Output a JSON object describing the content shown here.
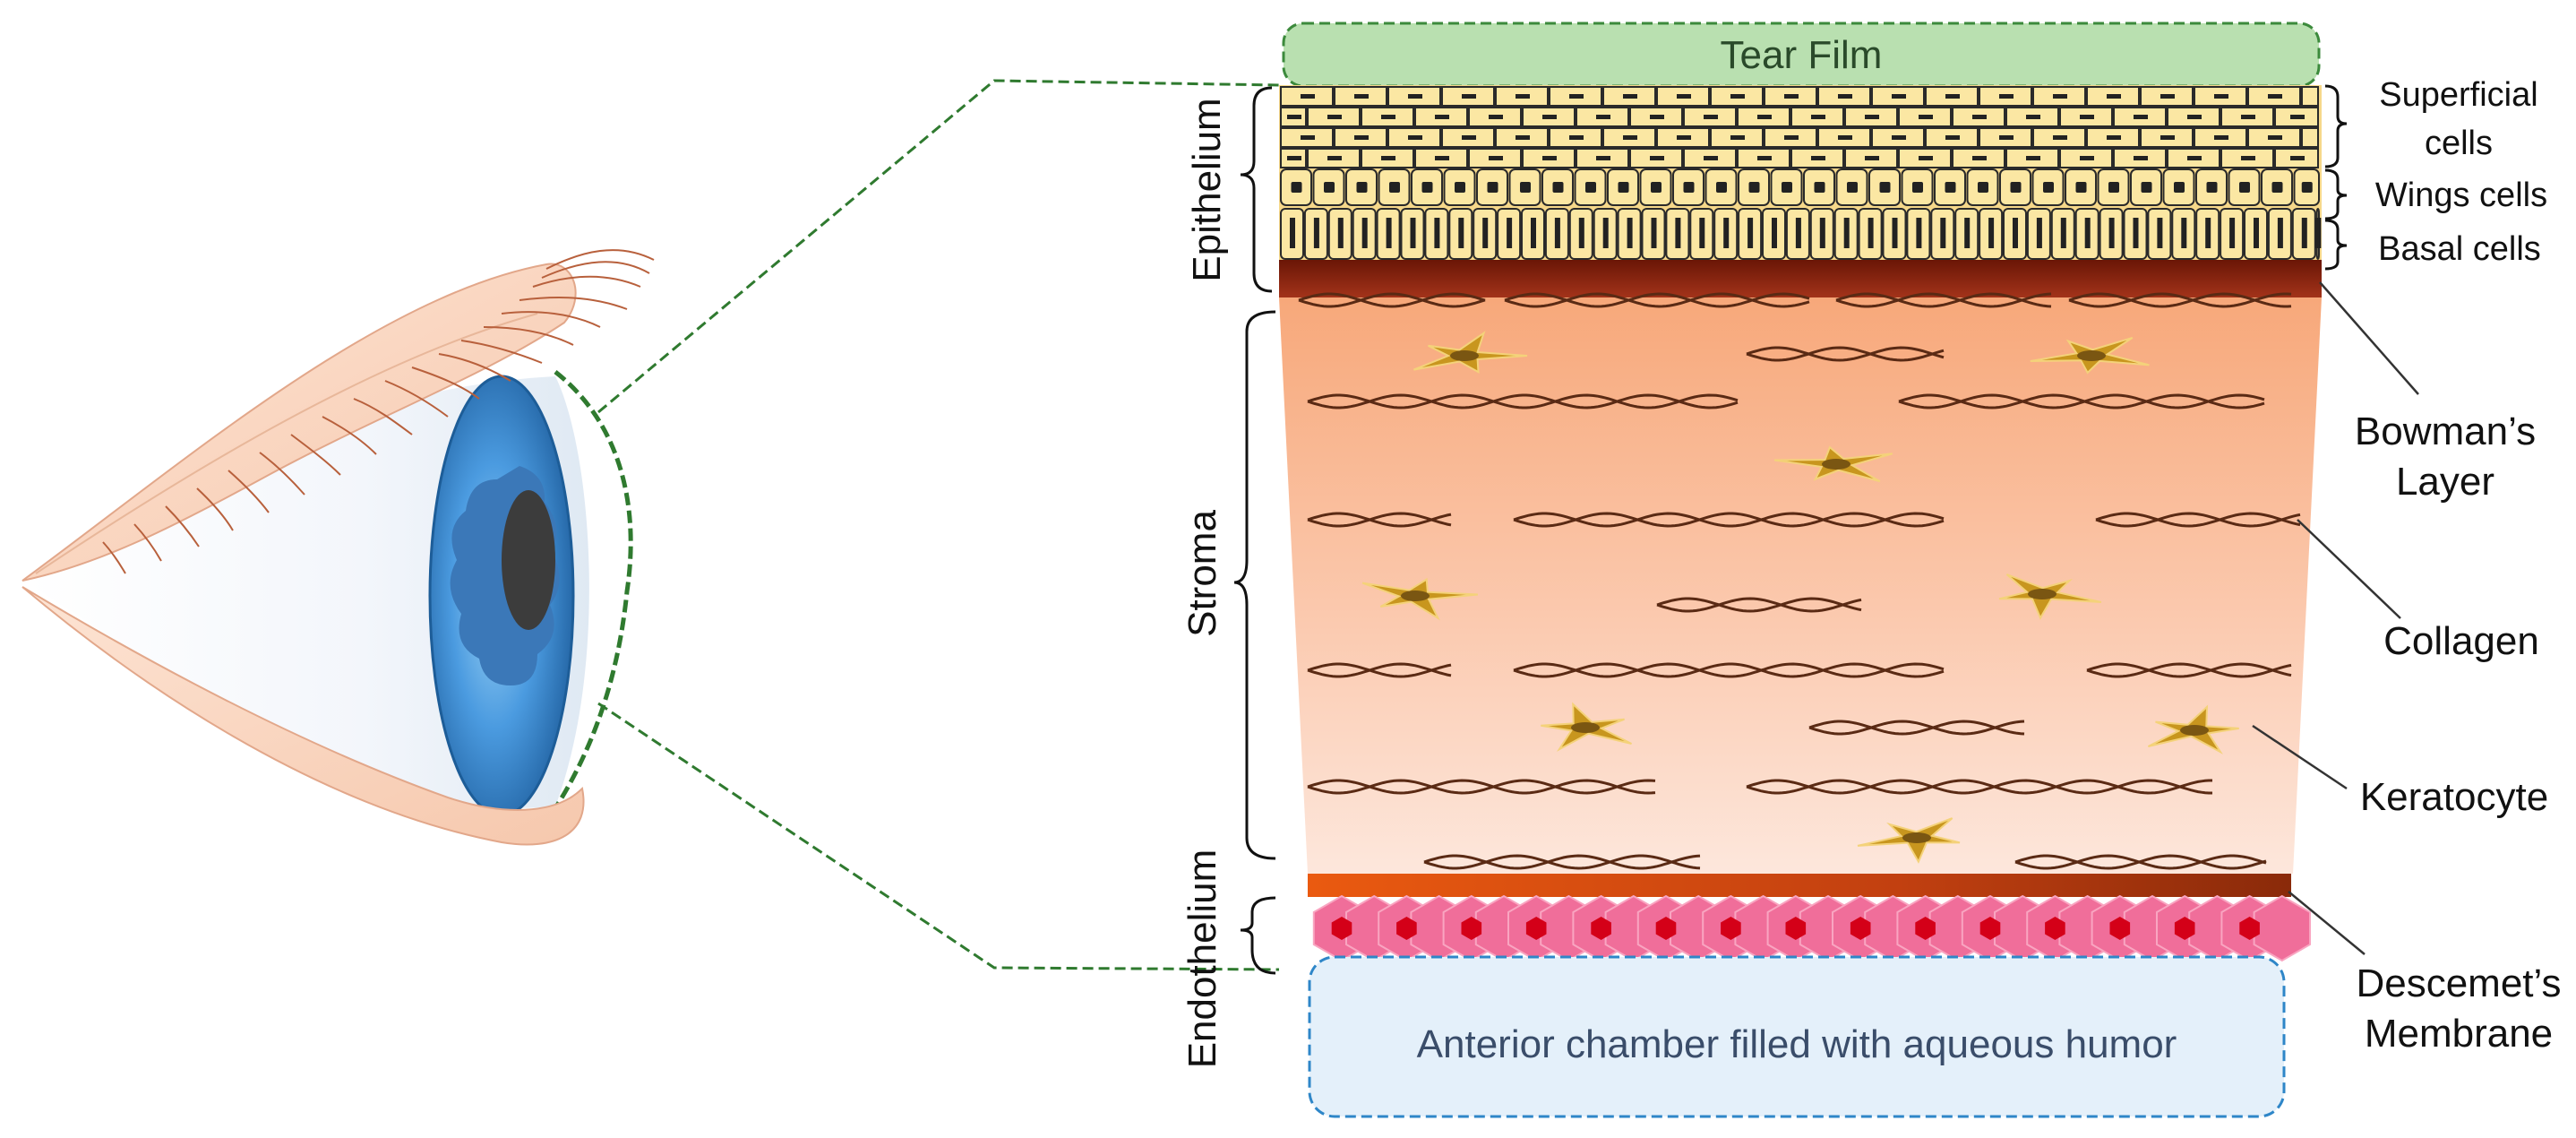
{
  "diagram": {
    "top_label": "Tear Film",
    "bottom_label": "Anterior chamber filled with aqueous humor",
    "left_labels": {
      "epithelium": "Epithelium",
      "stroma": "Stroma",
      "endothelium": "Endothelium"
    },
    "right_labels": {
      "superficial_line1": "Superficial",
      "superficial_line2": "cells",
      "wings": "Wings cells",
      "basal": "Basal cells",
      "bowman_line1": "Bowman’s",
      "bowman_line2": "Layer",
      "collagen": "Collagen",
      "keratocyte": "Keratocyte",
      "descemet_line1": "Descemet’s",
      "descemet_line2": "Membrane"
    }
  },
  "colors": {
    "tear_film": "#b9e0b0",
    "tear_film_border": "#3c8a3c",
    "epithelium_cell": "#fbe7a3",
    "bowman_layer": "#7b1f0a",
    "stroma_top": "#f7a87a",
    "stroma_bottom": "#fde7dc",
    "collagen": "#5a2a14",
    "keratocyte": "#c8961e",
    "descemet": "#d44a0a",
    "endothelium_cell": "#f06e9a",
    "endothelium_nucleus": "#d40018",
    "aqueous": "#e4f0fa",
    "aqueous_border": "#2e86c8",
    "iris": "#3b8fd0",
    "eyelid": "#f9d8c4"
  }
}
